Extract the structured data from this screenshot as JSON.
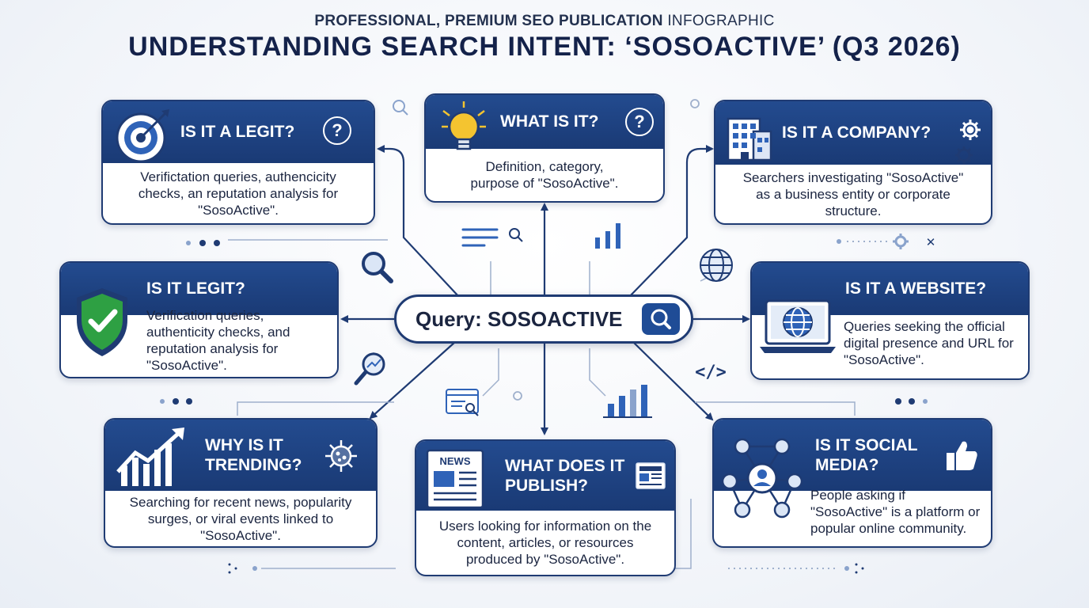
{
  "header": {
    "subtitle_bold": "PROFESSIONAL, PREMIUM SEO PUBLICATION",
    "subtitle_rest": " INFOGRAPHIC",
    "title": "UNDERSTANDING SEARCH INTENT: ‘SOSOACTIVE’ (Q3 2026)"
  },
  "center": {
    "query_label": "Query: SOSOACTIVE"
  },
  "cards": {
    "legit_top": {
      "title": "IS IT A LEGIT?",
      "desc": "Verifictation queries, authencicity checks, an reputation analysis for \"SosoActive\"."
    },
    "what_is": {
      "title": "WHAT IS IT?",
      "desc": "Definition, category, purpose of \"SosoActive\"."
    },
    "company": {
      "title": "IS IT A COMPANY?",
      "desc": "Searchers investigating \"SosoActive\" as a business entity or corporate structure."
    },
    "legit": {
      "title": "IS IT LEGIT?",
      "desc": "Verification queries, authenticity checks, and reputation analysis for \"SosoActive\"."
    },
    "website": {
      "title": "IS IT A WEBSITE?",
      "desc": "Queries seeking the official digital presence and URL for \"SosoActive\"."
    },
    "trending": {
      "title": "WHY IS IT TRENDING?",
      "desc": "Searching for recent news, popularity surges, or viral events linked to \"SosoActive\"."
    },
    "publish": {
      "title": "WHAT DOES IT PUBLISH?",
      "desc": "Users looking for information on the content, articles, or resources produced by \"SosoActive\"."
    },
    "social": {
      "title": "IS IT SOCIAL MEDIA?",
      "desc": "People asking if \"SosoActive\" is a platform or popular online community."
    }
  },
  "icons": {
    "question_glyph": "?",
    "news_badge": "NEWS",
    "code_glyph": "</>",
    "close_glyph": "✕"
  },
  "colors": {
    "navy": "#1f3b73",
    "bar_blue": "#234b8f",
    "accent_blue": "#2f63b8",
    "shield_green": "#2ea043",
    "bulb_yellow": "#f4c430"
  }
}
